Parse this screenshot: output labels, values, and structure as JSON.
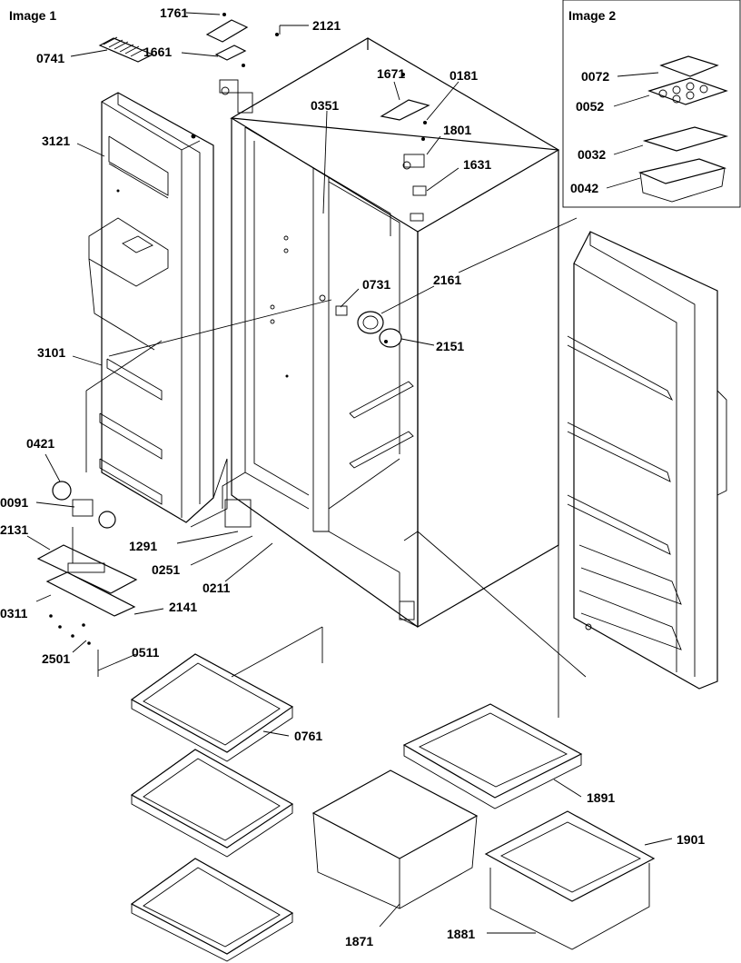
{
  "images": [
    {
      "title": "Image 1"
    },
    {
      "title": "Image 2"
    }
  ],
  "labels": {
    "p1761": "1761",
    "p2121": "2121",
    "p0741": "0741",
    "p1661": "1661",
    "p1671": "1671",
    "p0181": "0181",
    "p0351": "0351",
    "p3121": "3121",
    "p1801": "1801",
    "p1631": "1631",
    "p0731": "0731",
    "p2161": "2161",
    "p2151": "2151",
    "p3101": "3101",
    "p0421": "0421",
    "p0091": "0091",
    "p2131": "2131",
    "p1291": "1291",
    "p0251": "0251",
    "p0211": "0211",
    "p0311": "0311",
    "p2141": "2141",
    "p2501": "2501",
    "p0511": "0511",
    "p0761": "0761",
    "p1891": "1891",
    "p1901": "1901",
    "p1871": "1871",
    "p1881": "1881",
    "p0072": "0072",
    "p0052": "0052",
    "p0032": "0032",
    "p0042": "0042"
  }
}
